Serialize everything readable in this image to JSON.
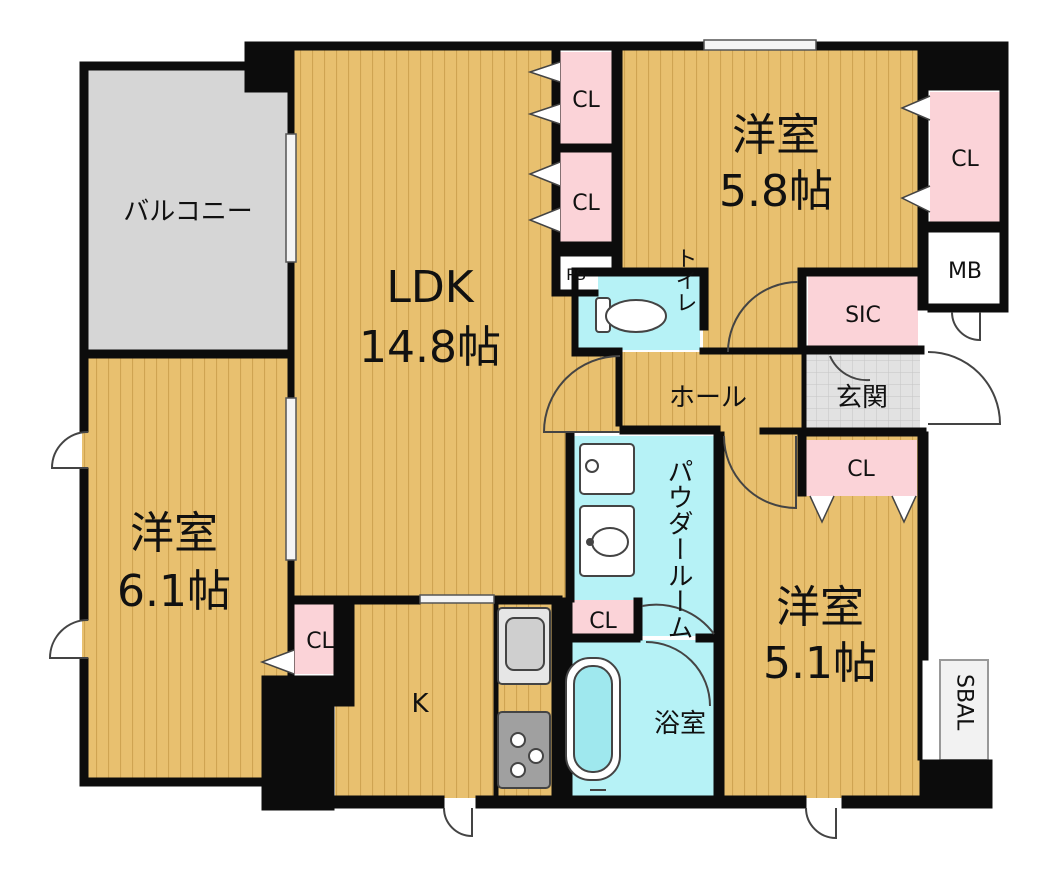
{
  "title": "",
  "colors": {
    "wall": "#0c0c0c",
    "wood": "#e8c06f",
    "wood_line": "#cfa452",
    "closet": "#fbd3d8",
    "wet": "#b6f2f6",
    "balcony": "#d6d6d6",
    "entry_tile": "#e2e2e2",
    "window": "#f4f4f4"
  },
  "rooms": {
    "ldk": {
      "name": "LDK",
      "size": "14.8帖"
    },
    "western_nw": {
      "name": "洋室",
      "size": "5.8帖"
    },
    "western_w": {
      "name": "洋室",
      "size": "6.1帖"
    },
    "western_se": {
      "name": "洋室",
      "size": "5.1帖"
    },
    "kitchen": {
      "name": "K"
    },
    "balcony": {
      "name": "バルコニー"
    },
    "toilet": {
      "name": "トイレ"
    },
    "hall": {
      "name": "ホール"
    },
    "entrance": {
      "name": "玄関"
    },
    "powder": {
      "name": "パウダールーム"
    },
    "bath": {
      "name": "浴室"
    },
    "sic": {
      "name": "SIC"
    },
    "mb": {
      "name": "MB"
    },
    "ps": {
      "name": "PS"
    },
    "sbal": {
      "name": "SBAL"
    }
  },
  "closets": {
    "ldk_upper": "CL",
    "ldk_lower": "CL",
    "western_nw": "CL",
    "western_w": "CL",
    "bath_side": "CL",
    "western_se": "CL"
  }
}
